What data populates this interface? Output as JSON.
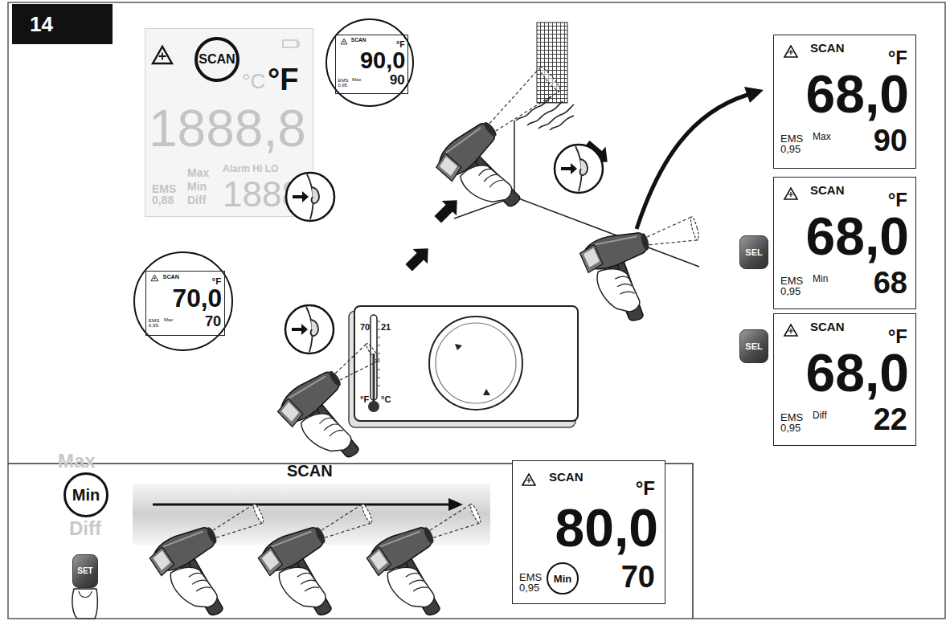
{
  "diagram": {
    "nodes": [
      {
        "text": [
          "14"
        ]
      },
      {
        "text": [
          "°C",
          "°F",
          "1888,8",
          "EMS 0,88",
          "Max",
          "Min",
          "Diff",
          "Alarm HI LO",
          "1888"
        ]
      },
      {
        "text": [
          "SCAN"
        ],
        "in": 1
      },
      {
        "text": [
          "SCAN",
          "°F",
          "90,0",
          "EMS 0,95",
          "Max",
          "90"
        ]
      },
      {
        "text": [
          "SCAN",
          "°F",
          "70,0",
          "EMS 0,95",
          "Max",
          "70"
        ]
      },
      {
        "text": [
          "70",
          "21",
          "°F",
          "°C"
        ]
      },
      {
        "text": [
          "SCAN",
          "°F",
          "68,0",
          "EMS 0,95",
          "Max",
          "90"
        ]
      },
      {
        "text": [
          "SEL"
        ]
      },
      {
        "text": [
          "SCAN",
          "°F",
          "68,0",
          "EMS 0,95",
          "Min",
          "68"
        ]
      },
      {
        "text": [
          "SEL"
        ]
      },
      {
        "text": [
          "SCAN",
          "°F",
          "68,0",
          "EMS 0,95",
          "Diff",
          "22"
        ]
      },
      {
        "text": [
          "Min"
        ]
      },
      {
        "text": [
          "SET"
        ]
      },
      {
        "text": [
          "SCAN"
        ]
      },
      {
        "text": [
          "SCAN",
          "°F",
          "80,0",
          "EMS 0,95",
          "70"
        ]
      },
      {
        "text": [
          "Min"
        ],
        "in": 14
      }
    ],
    "labels": [
      "Max",
      "Diff"
    ]
  }
}
